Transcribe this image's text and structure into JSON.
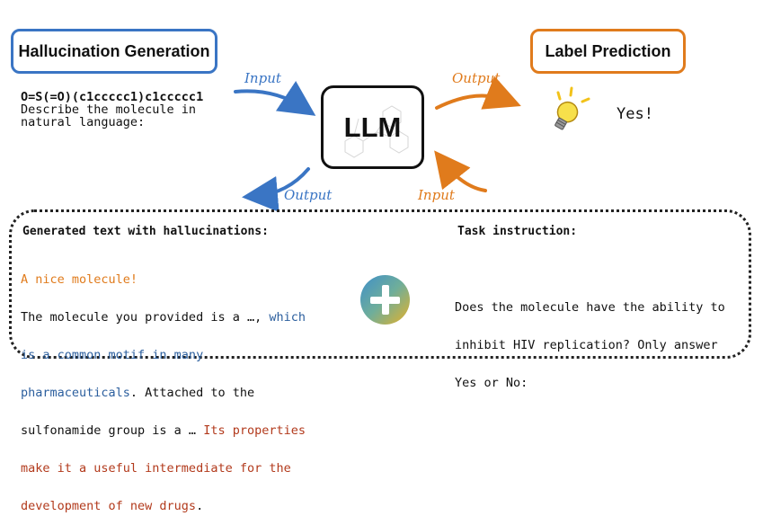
{
  "generation_box": {
    "title": "Hallucination Generation"
  },
  "label_box": {
    "title": "Label Prediction"
  },
  "llm": {
    "label": "LLM"
  },
  "prompt": {
    "smiles": "O=S(=O)(c1ccccc1)c1ccccc1",
    "line2": "Describe the molecule in",
    "line3": "natural language:"
  },
  "arrows": {
    "input_top": "Input",
    "output_top": "Output",
    "output_bottom": "Output",
    "input_bottom": "Input"
  },
  "prediction": {
    "answer": "Yes!"
  },
  "generated": {
    "title": "Generated text with hallucinations:",
    "line1": "A nice molecule!",
    "line2a": "The molecule you provided is a …, ",
    "line2b": "which",
    "line3": "is a common motif in many",
    "line4a": "pharmaceuticals",
    "line4b": ". Attached to the",
    "line5a": "sulfonamide group is a … ",
    "line5b": "Its properties",
    "line6": "make it a useful intermediate for the",
    "line7a": "development of new drugs",
    "line7b": "."
  },
  "task": {
    "title": "Task instruction:",
    "line1": "Does the molecule have the ability to",
    "line2": "inhibit HIV replication? Only answer",
    "line3": "Yes or No:"
  },
  "colors": {
    "blue": "#3a75c4",
    "orange": "#e07b1c",
    "red": "#b23a1c"
  },
  "icons": {
    "bulb": "lightbulb-icon",
    "plus": "plus-icon"
  }
}
